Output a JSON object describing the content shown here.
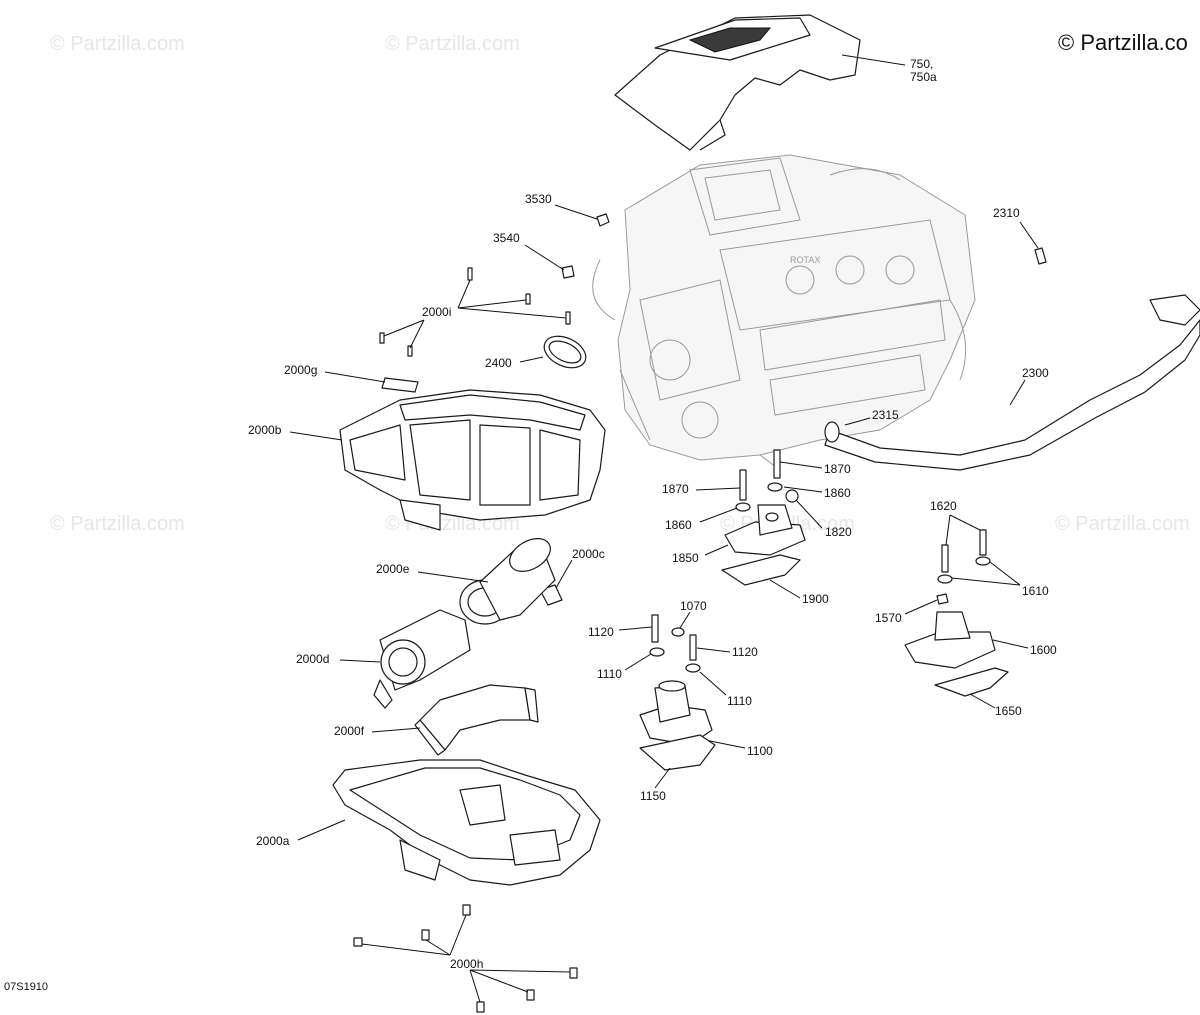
{
  "copyright": "© Partzilla.co",
  "watermark": "© Partzilla.com",
  "diagram_code": "07S1910",
  "labels": {
    "l750": "750,",
    "l750a": "750a",
    "l3530": "3530",
    "l3540": "3540",
    "l2310": "2310",
    "l2000i": "2000i",
    "l2400": "2400",
    "l2000g": "2000g",
    "l2300": "2300",
    "l2315": "2315",
    "l2000b": "2000b",
    "l1870a": "1870",
    "l1870b": "1870",
    "l1860a": "1860",
    "l1860b": "1860",
    "l1820": "1820",
    "l1850": "1850",
    "l1620": "1620",
    "l2000c": "2000c",
    "l2000e": "2000e",
    "l1900": "1900",
    "l1610": "1610",
    "l1070": "1070",
    "l1120a": "1120",
    "l1120b": "1120",
    "l1570": "1570",
    "l1600": "1600",
    "l2000d": "2000d",
    "l1110a": "1110",
    "l1110b": "1110",
    "l1650": "1650",
    "l2000f": "2000f",
    "l1100": "1100",
    "l1150": "1150",
    "l2000a": "2000a",
    "l2000h": "2000h"
  }
}
